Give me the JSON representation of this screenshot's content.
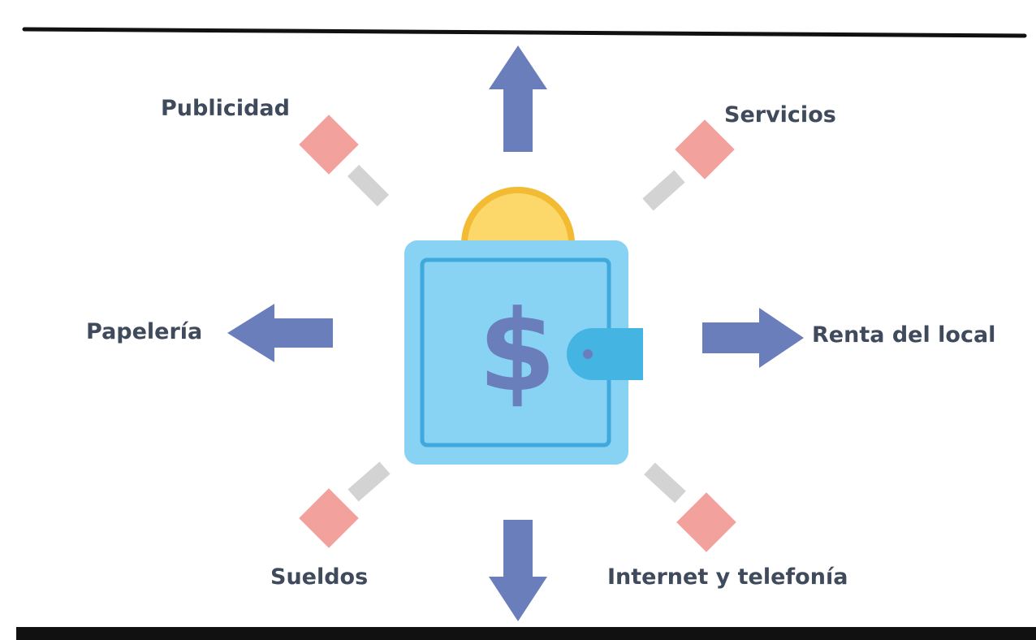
{
  "labels": {
    "top_left": "Publicidad",
    "top_right": "Servicios",
    "left": "Papelería",
    "right": "Renta del local",
    "bottom_left": "Sueldos",
    "bottom_right": "Internet y telefonía"
  },
  "center_symbol": "$",
  "icons": {
    "center": "wallet-icon",
    "coin": "coin-icon",
    "arrows": "arrow-icon",
    "markers": "diamond-icon"
  },
  "colors": {
    "arrow": "#6a7ebc",
    "diamond": "#f3a19c",
    "connector": "#d3d3d3",
    "wallet_body": "#88d2f3",
    "wallet_border": "#3fa8dc",
    "wallet_clasp": "#44b5e2",
    "coin_fill": "#fcd86a",
    "coin_border": "#f2bb33",
    "dollar_sign": "#6a7ebc",
    "text": "#3f4a5c",
    "rule": "#111111"
  }
}
